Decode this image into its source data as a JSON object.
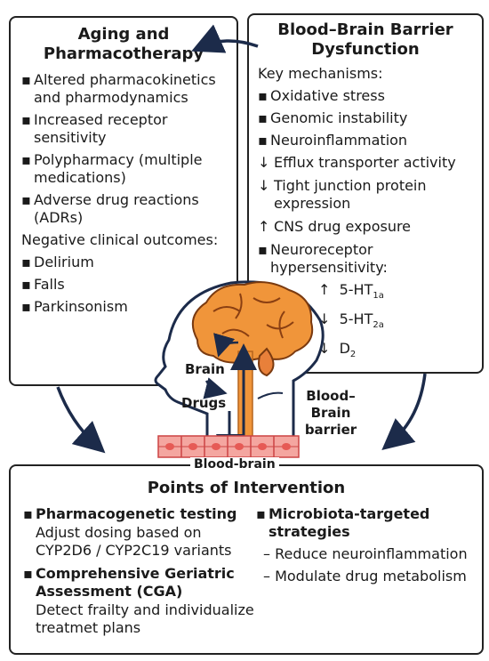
{
  "left": {
    "title": "Aging and Pharmacotherapy",
    "items": [
      "Altered pharmacokinetics and pharmodynamics",
      "Increased receptor sensitivity",
      "Polypharmacy (multiple medications)",
      "Adverse drug reactions (ADRs)"
    ],
    "outcomes_heading": "Negative clinical outcomes:",
    "outcomes": [
      "Delirium",
      "Falls",
      "Parkinsonism"
    ]
  },
  "right": {
    "title": "Blood–Brain Barrier Dysfunction",
    "mechanisms_heading": "Key mechanisms:",
    "mechanisms": [
      "Oxidative stress",
      "Genomic instability",
      "Neuroinflammation"
    ],
    "arrow_items": [
      {
        "arrow": "↓",
        "text": "Efflux transporter activity"
      },
      {
        "arrow": "↓",
        "text": "Tight junction protein expression"
      },
      {
        "arrow": "↑",
        "text": "CNS drug exposure"
      }
    ],
    "hypersensitivity": "Neuroreceptor hypersensitivity:",
    "receptors": [
      {
        "arrow": "↑",
        "base": "5-HT",
        "sub": "1a"
      },
      {
        "arrow": "↓",
        "base": "5-HT",
        "sub": "2a"
      },
      {
        "arrow": "↓",
        "base": "D",
        "sub": "2"
      }
    ]
  },
  "center": {
    "brain": "Brain",
    "drugs": "Drugs",
    "bbb_label": "Blood–Brain barrier",
    "bbb_strip": "Blood-brain"
  },
  "bottom": {
    "title": "Points of Intervention",
    "col1": [
      {
        "heading": "Pharmacogenetic testing",
        "detail": "Adjust dosing based on CYP2D6 / CYP2C19 variants"
      },
      {
        "heading": "Comprehensive Geriatric Assessment (CGA)",
        "detail": "Detect frailty and individualize treatmet plans"
      }
    ],
    "col2": {
      "heading": "Microbiota-targeted strategies",
      "items": [
        "– Reduce neuroinflammation",
        "– Modulate drug metabolism"
      ]
    }
  },
  "colors": {
    "brain": "#f0953a",
    "vessel": "#f4a6a0",
    "cell": "#e65a55",
    "line": "#1c2b4a"
  }
}
